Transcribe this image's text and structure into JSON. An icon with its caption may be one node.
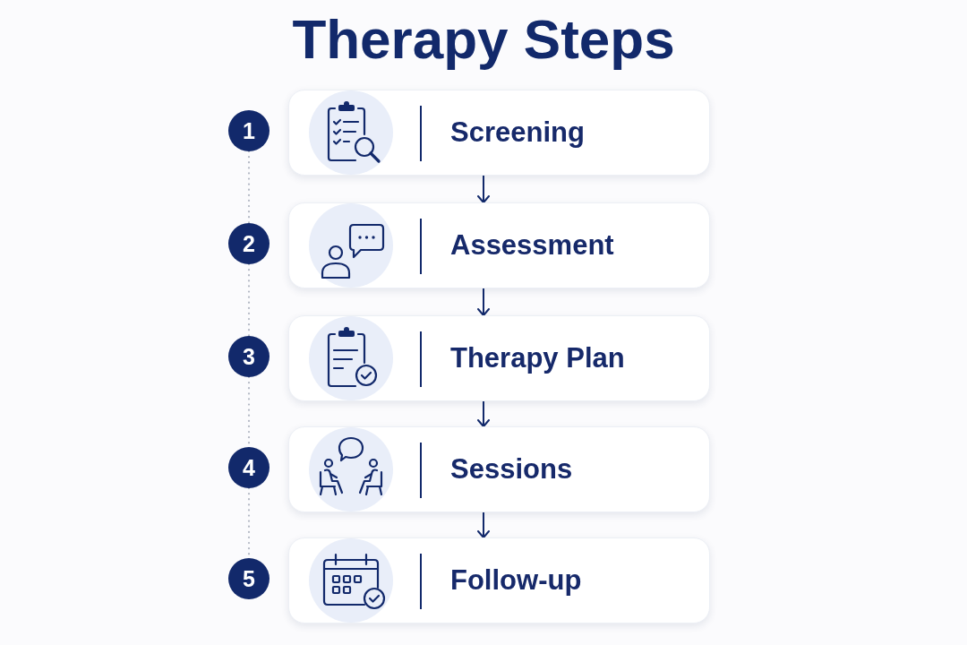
{
  "diagram": {
    "title": "Therapy Steps",
    "nodes": [
      {
        "text": [
          "1"
        ]
      },
      {
        "text": [
          "Screening"
        ]
      },
      {
        "text": [
          "2"
        ]
      },
      {
        "text": [
          "Assessment"
        ]
      },
      {
        "text": [
          "3"
        ]
      },
      {
        "text": [
          "Therapy Plan"
        ]
      },
      {
        "text": [
          "4"
        ]
      },
      {
        "text": [
          "Sessions"
        ]
      },
      {
        "text": [
          "5"
        ]
      },
      {
        "text": [
          "Follow-up"
        ]
      }
    ],
    "edges": [
      {
        "from": 1,
        "to": 3,
        "arrow": "to"
      },
      {
        "from": 3,
        "to": 5,
        "arrow": "to"
      },
      {
        "from": 5,
        "to": 7,
        "arrow": "to"
      },
      {
        "from": 7,
        "to": 9,
        "arrow": "to"
      },
      {
        "from": 0,
        "to": 2,
        "arrow": "none",
        "style": "dashed",
        "color": "#b3b8c4"
      },
      {
        "from": 2,
        "to": 4,
        "arrow": "none",
        "style": "dashed",
        "color": "#b3b8c4"
      },
      {
        "from": 4,
        "to": 6,
        "arrow": "none",
        "style": "dashed",
        "color": "#b3b8c4"
      },
      {
        "from": 6,
        "to": 8,
        "arrow": "none",
        "style": "dashed",
        "color": "#b3b8c4"
      }
    ]
  }
}
